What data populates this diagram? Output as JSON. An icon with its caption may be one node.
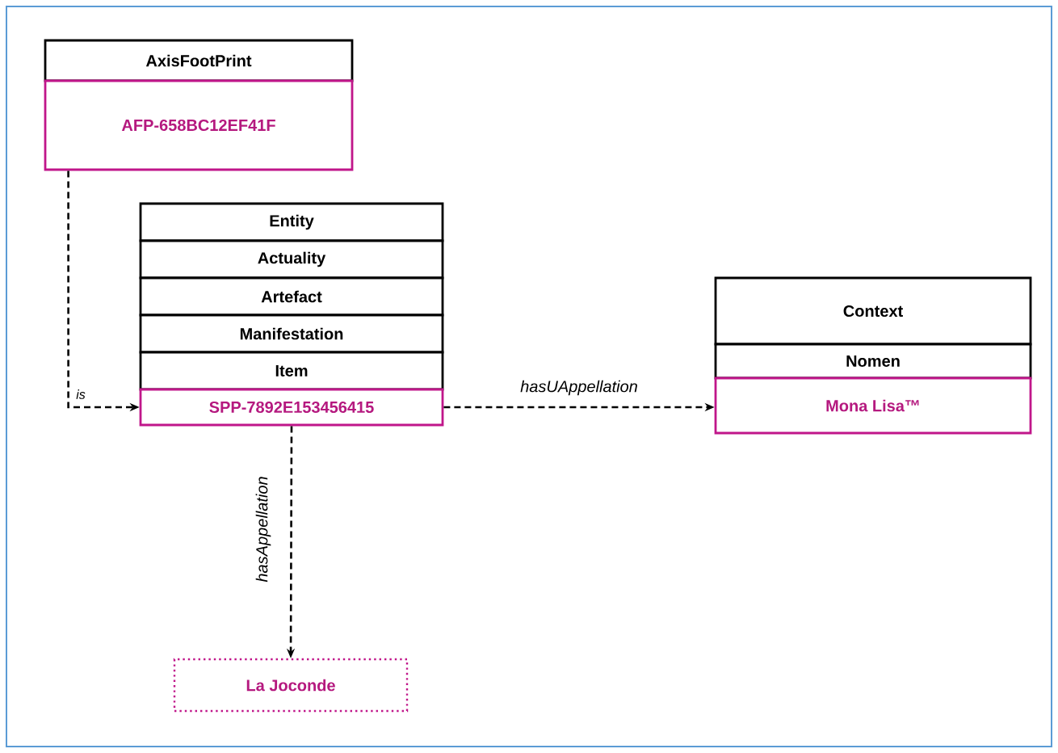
{
  "diagram": {
    "nodes": [
      {
        "text": [
          "AxisFootPrint"
        ]
      },
      {
        "text": [
          "AFP-658BC12EF41F"
        ]
      },
      {
        "text": [
          "Entity"
        ]
      },
      {
        "text": [
          "Actuality"
        ]
      },
      {
        "text": [
          "Artefact"
        ]
      },
      {
        "text": [
          "Manifestation"
        ]
      },
      {
        "text": [
          "Item"
        ]
      },
      {
        "text": [
          "SPP-7892E153456415"
        ]
      },
      {
        "text": [
          "Context"
        ]
      },
      {
        "text": [
          "Nomen"
        ]
      },
      {
        "text": [
          "Mona Lisa™"
        ]
      },
      {
        "text": [
          "La Joconde"
        ]
      }
    ],
    "edges": [
      {
        "from": 1,
        "to": 7,
        "arrow": "to",
        "label": "is",
        "style": "dashed"
      },
      {
        "from": 7,
        "to": 10,
        "arrow": "to",
        "label": "hasUAppellation",
        "style": "dashed"
      },
      {
        "from": 7,
        "to": 11,
        "arrow": "to",
        "label": "hasAppellation",
        "style": "dashed"
      }
    ]
  }
}
